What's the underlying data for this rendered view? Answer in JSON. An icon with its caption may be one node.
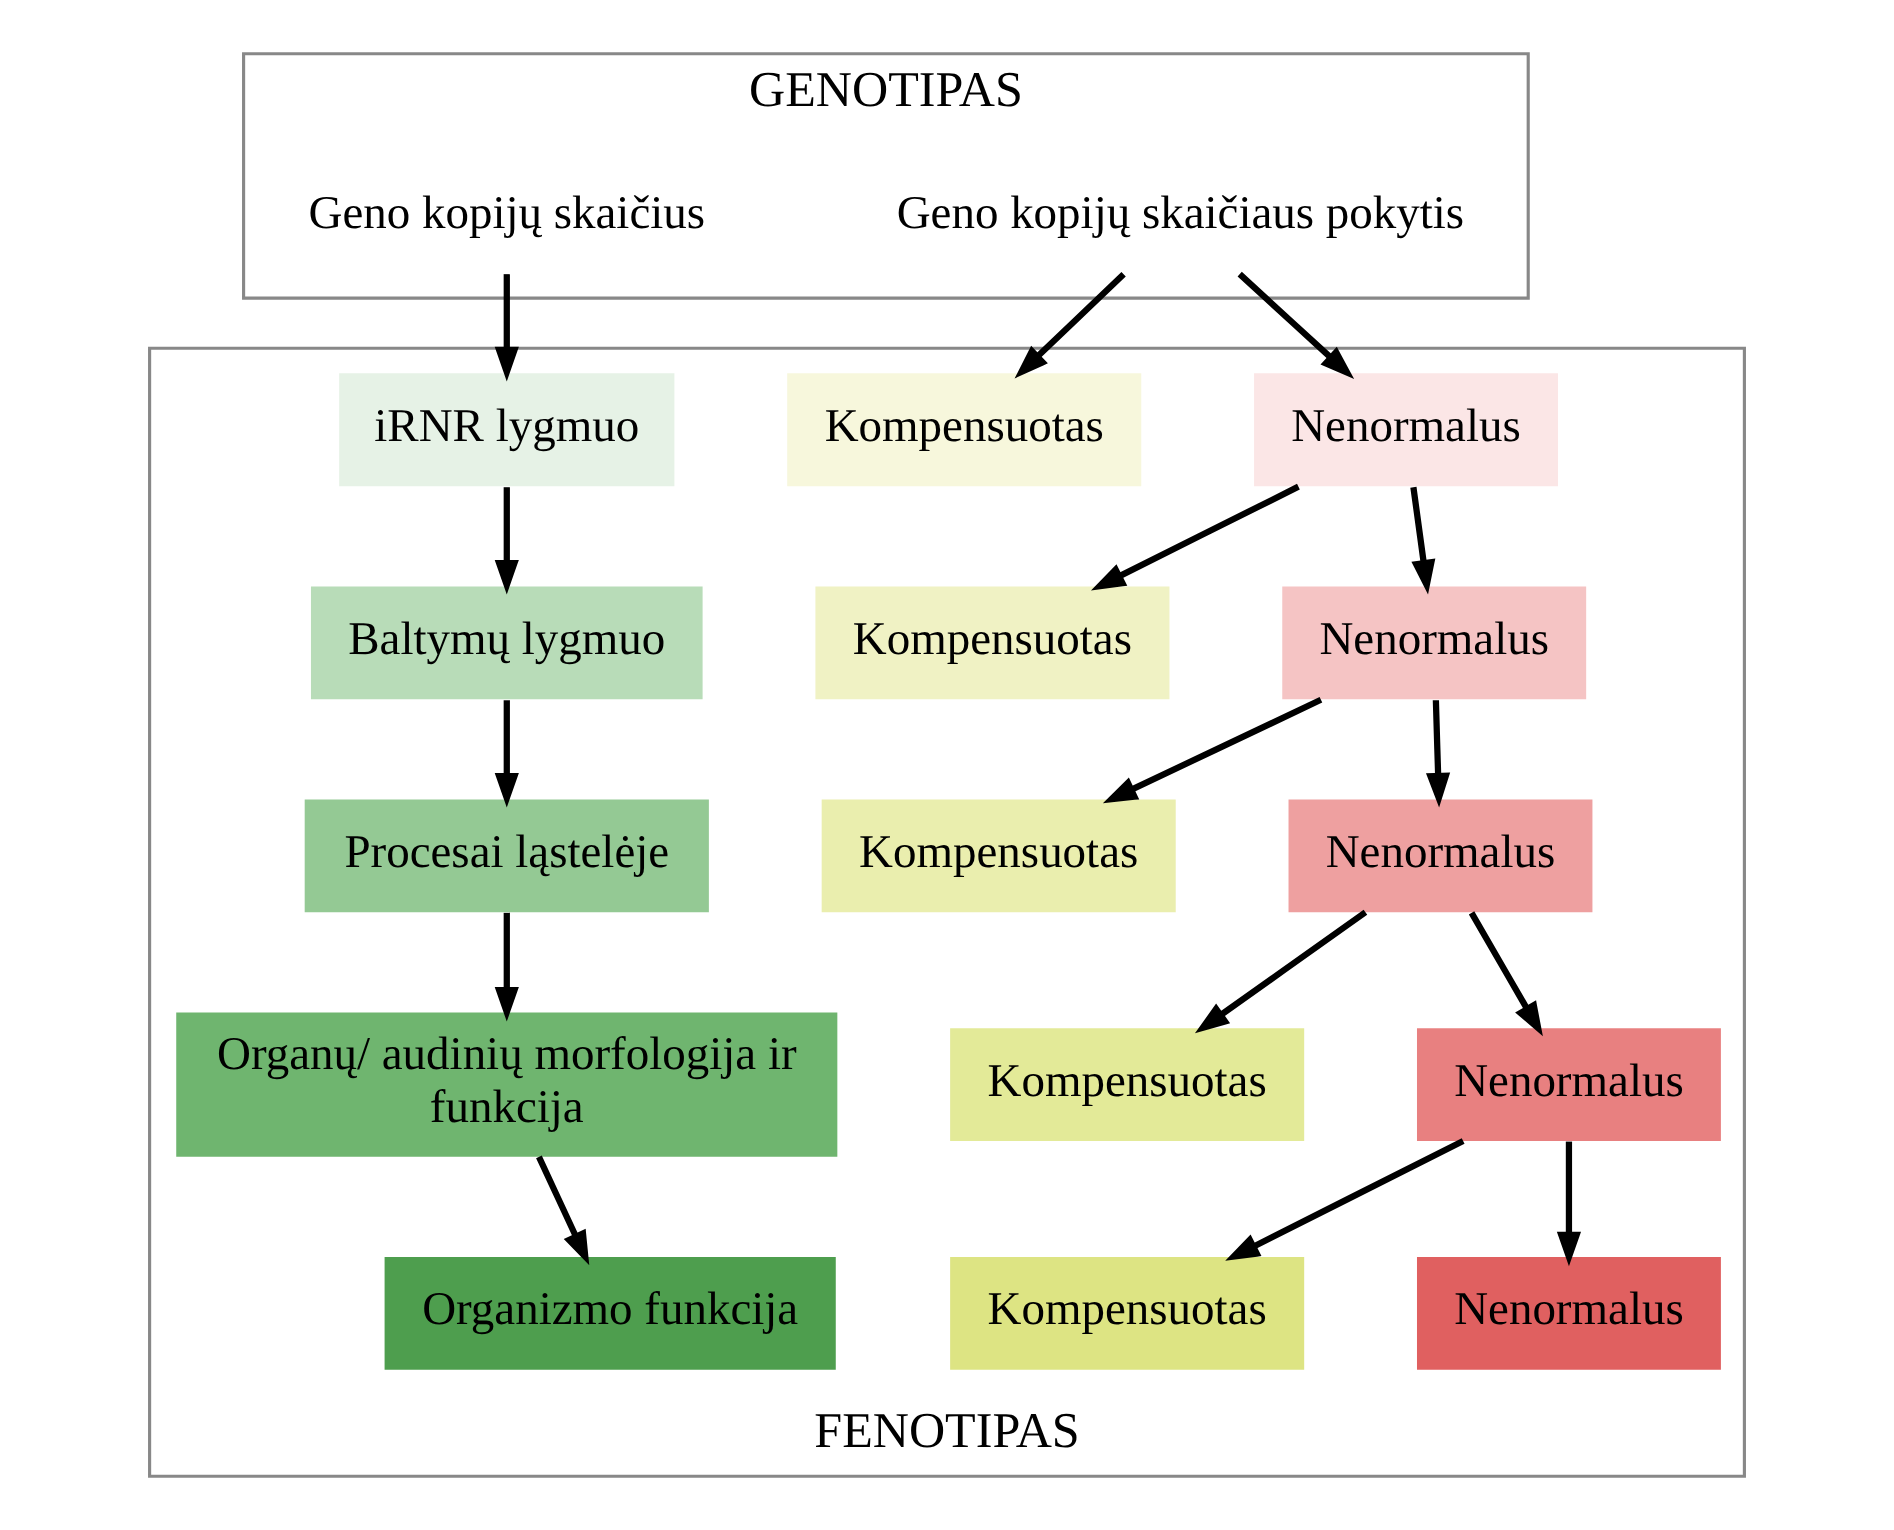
{
  "diagram": {
    "nodes": [
      {
        "text": [
          "GENOTIPAS"
        ]
      },
      {
        "text": [
          "Geno kopijų skaičius"
        ],
        "in": 0
      },
      {
        "text": [
          "Geno kopijų skaičiaus pokytis"
        ],
        "in": 0
      },
      {
        "text": [
          "FENOTIPAS"
        ]
      },
      {
        "text": [
          "iRNR lygmuo"
        ],
        "in": 3
      },
      {
        "text": [
          "Kompensuotas"
        ],
        "in": 3
      },
      {
        "text": [
          "Nenormalus"
        ],
        "in": 3
      },
      {
        "text": [
          "Baltymų lygmuo"
        ],
        "in": 3
      },
      {
        "text": [
          "Kompensuotas"
        ],
        "in": 3
      },
      {
        "text": [
          "Nenormalus"
        ],
        "in": 3
      },
      {
        "text": [
          "Procesai ląstelėje"
        ],
        "in": 3
      },
      {
        "text": [
          "Kompensuotas"
        ],
        "in": 3
      },
      {
        "text": [
          "Nenormalus"
        ],
        "in": 3
      },
      {
        "text": [
          "Organų/ audinių morfologija ir funkcija"
        ],
        "in": 3
      },
      {
        "text": [
          "Kompensuotas"
        ],
        "in": 3
      },
      {
        "text": [
          "Nenormalus"
        ],
        "in": 3
      },
      {
        "text": [
          "Organizmo funkcija"
        ],
        "in": 3
      },
      {
        "text": [
          "Kompensuotas"
        ],
        "in": 3
      },
      {
        "text": [
          "Nenormalus"
        ],
        "in": 3
      }
    ],
    "edges": [
      {
        "from": 1,
        "to": 4,
        "arrow": "to"
      },
      {
        "from": 4,
        "to": 7,
        "arrow": "to"
      },
      {
        "from": 7,
        "to": 10,
        "arrow": "to"
      },
      {
        "from": 10,
        "to": 13,
        "arrow": "to"
      },
      {
        "from": 13,
        "to": 16,
        "arrow": "to"
      },
      {
        "from": 2,
        "to": 5,
        "arrow": "to"
      },
      {
        "from": 2,
        "to": 6,
        "arrow": "to"
      },
      {
        "from": 6,
        "to": 8,
        "arrow": "to"
      },
      {
        "from": 6,
        "to": 9,
        "arrow": "to"
      },
      {
        "from": 9,
        "to": 11,
        "arrow": "to"
      },
      {
        "from": 9,
        "to": 12,
        "arrow": "to"
      },
      {
        "from": 12,
        "to": 14,
        "arrow": "to"
      },
      {
        "from": 12,
        "to": 15,
        "arrow": "to"
      },
      {
        "from": 15,
        "to": 17,
        "arrow": "to"
      },
      {
        "from": 15,
        "to": 18,
        "arrow": "to"
      }
    ]
  }
}
